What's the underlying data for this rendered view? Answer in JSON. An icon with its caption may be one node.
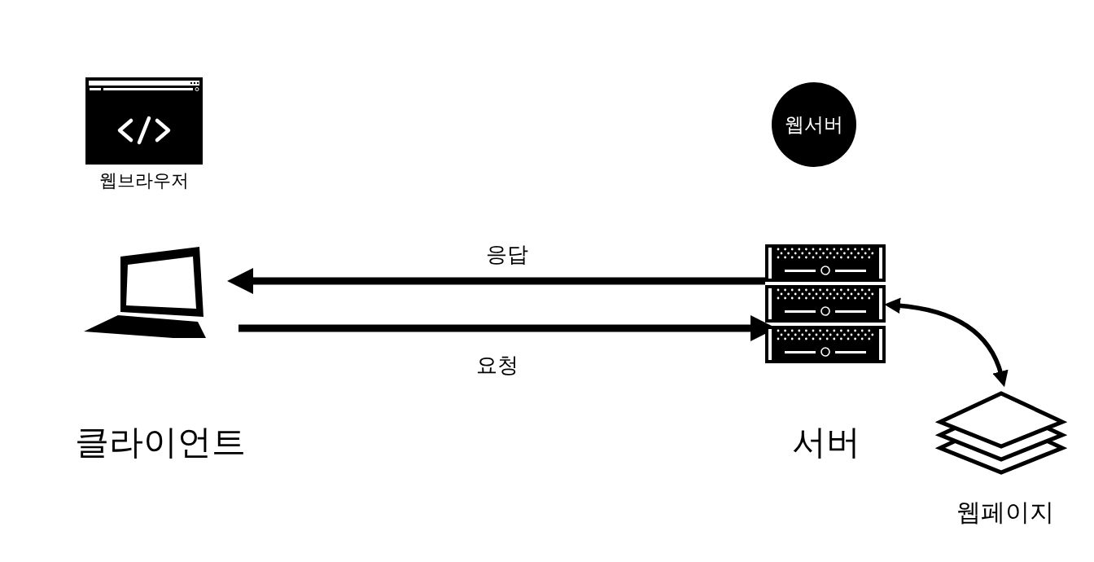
{
  "diagram": {
    "nodes": [
      {
        "text": [],
        "shape": "window",
        "beside": [
          "웹브라우저"
        ]
      },
      {
        "text": [
          "웹서버"
        ]
      },
      {
        "text": [],
        "shape": "laptop",
        "beside": [
          "클라이언트"
        ]
      },
      {
        "text": [],
        "shape": "server",
        "beside": [
          "서버"
        ]
      },
      {
        "text": [],
        "shape": "layers",
        "beside": [
          "웹페이지"
        ]
      }
    ],
    "edges": [
      {
        "from": 3,
        "to": 2,
        "arrow": "to",
        "label": "응답"
      },
      {
        "from": 2,
        "to": 3,
        "arrow": "to",
        "label": "요청"
      },
      {
        "from": 3,
        "to": 4,
        "arrow": "both"
      }
    ]
  }
}
